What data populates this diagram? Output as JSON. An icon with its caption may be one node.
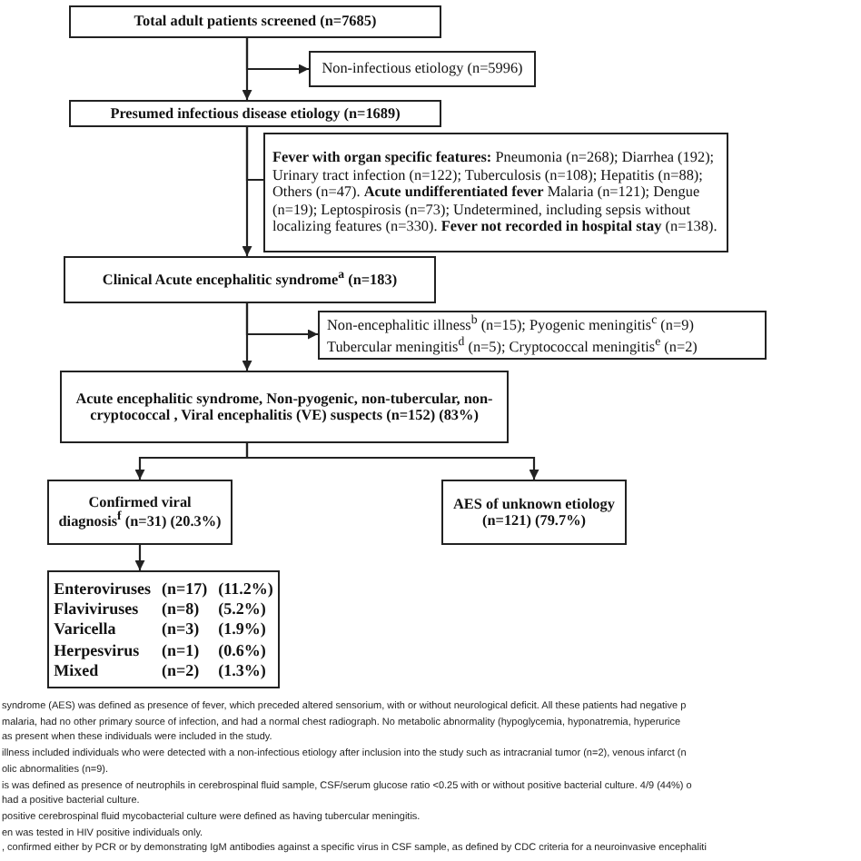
{
  "diagram": {
    "nodes": [
      {
        "text": [
          "Total adult patients screened (n=7685)"
        ]
      },
      {
        "text": [
          "Non-infectious etiology (n=5996)"
        ]
      },
      {
        "text": [
          "Presumed infectious disease etiology (n=1689)"
        ]
      },
      {
        "text": [
          "**Fever with organ specific features:** Pneumonia (n=268); Diarrhea (192); Urinary tract infection (n=122); Tuberculosis (n=108); Hepatitis (n=88); Others (n=47). **Acute undifferentiated fever** Malaria (n=121); Dengue (n=19); Leptospirosis (n=73); Undetermined, including sepsis without localizing features (n=330). **Fever not recorded in hospital stay** (n=138)."
        ]
      },
      {
        "text": [
          "Clinical Acute encephalitic syndrome$^{a}$ (n=183)"
        ]
      },
      {
        "text": [
          "Non-encephalitic illness$^{b}$ (n=15); Pyogenic meningitis$^{c}$ (n=9) Tubercular meningitis$^{d}$ (n=5); Cryptococcal meningitis$^{e}$ (n=2)"
        ]
      },
      {
        "text": [
          "Acute encephalitic syndrome, Non-pyogenic, non-tubercular, non-cryptococcal , Viral encephalitis (VE) suspects (n=152) (83%)"
        ]
      },
      {
        "text": [
          "Confirmed viral diagnosis$^{f}$ (n=31) (20.3%)"
        ]
      },
      {
        "text": [
          "AES of unknown etiology (n=121) (79.7%)"
        ]
      },
      {
        "text": [
          "Enteroviruses",
          "(n=17)",
          "(11.2%)",
          "Flaviviruses",
          "(n=8)",
          "(5.2%)",
          "Varicella",
          "(n=3)",
          "(1.9%)",
          "Herpesvirus",
          "(n=1)",
          "(0.6%)",
          "Mixed",
          "(n=2)",
          "(1.3%)"
        ]
      }
    ],
    "edges": [
      {
        "from": 0,
        "to": 2,
        "arrow": "to"
      },
      {
        "from": 0,
        "to": 1,
        "arrow": "to"
      },
      {
        "from": 2,
        "to": 3,
        "arrow": "none"
      },
      {
        "from": 2,
        "to": 4,
        "arrow": "to"
      },
      {
        "from": 4,
        "to": 5,
        "arrow": "to"
      },
      {
        "from": 4,
        "to": 6,
        "arrow": "to"
      },
      {
        "from": 6,
        "to": 7,
        "arrow": "to"
      },
      {
        "from": 6,
        "to": 8,
        "arrow": "to"
      },
      {
        "from": 7,
        "to": 9,
        "arrow": "to"
      }
    ],
    "labels": [
      "syndrome (AES) was defined as presence of fever, which preceded altered sensorium, with or without neurological deficit. All these patients had negative p",
      "malaria, had no other primary source of infection, and had a normal chest radiograph. No metabolic abnormality (hypoglycemia, hyponatremia, hyperurice",
      "as present when these individuals were included in the study.",
      "illness included individuals who were detected with a non-infectious etiology after inclusion into the study such as intracranial tumor (n=2), venous infarct (n",
      "olic abnormalities (n=9).",
      "is was defined as presence of neutrophils in cerebrospinal fluid sample, CSF/serum glucose ratio <0.25 with or without positive bacterial culture. 4/9 (44%) o",
      "had a positive bacterial culture.",
      "positive cerebrospinal fluid mycobacterial culture were defined as having tubercular meningitis.",
      "en was tested in HIV positive individuals only.",
      ", confirmed either by PCR or by demonstrating IgM antibodies against a specific virus in CSF sample, as defined by CDC criteria for a neuroinvasive encephaliti"
    ]
  }
}
